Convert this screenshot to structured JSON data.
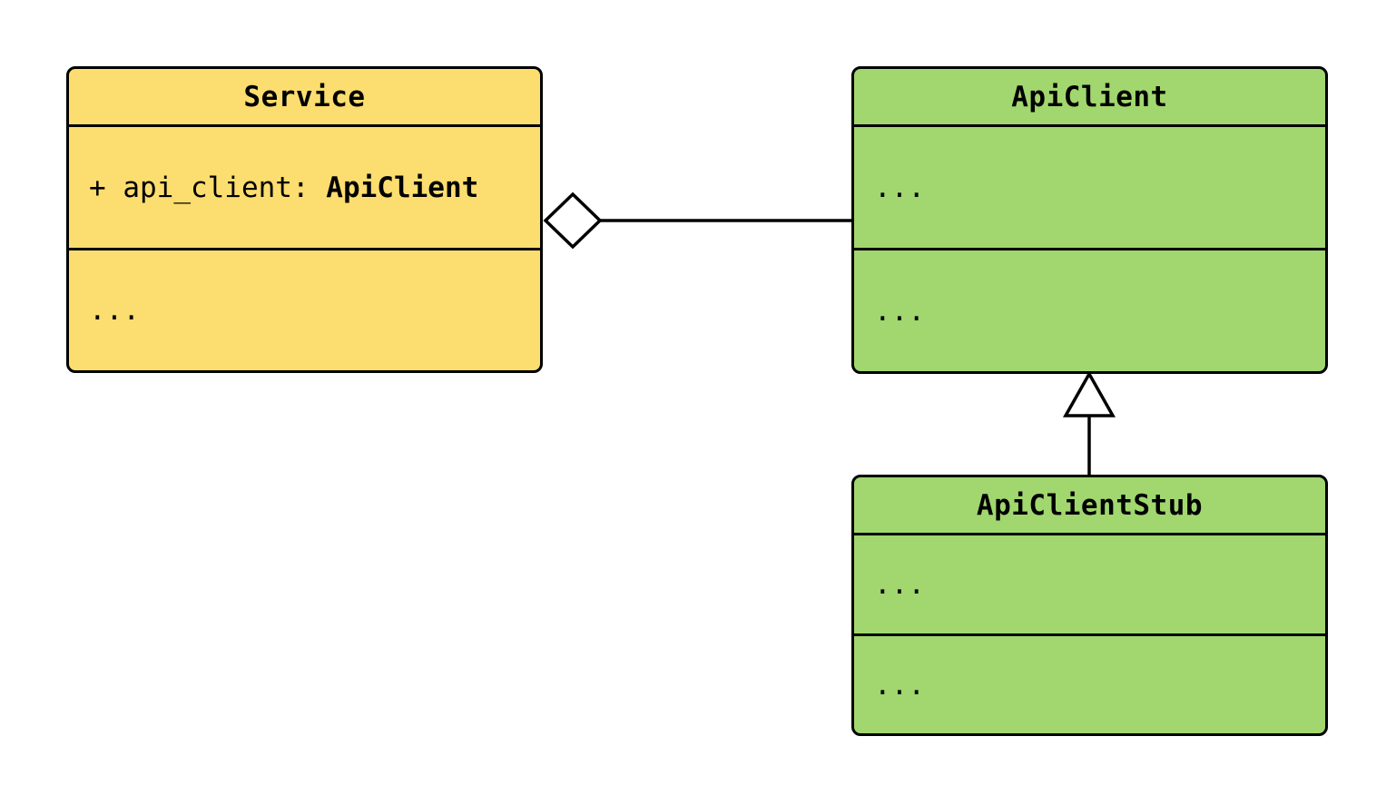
{
  "diagram": {
    "type": "uml-class-diagram",
    "classes": {
      "service": {
        "name": "Service",
        "attribute_prefix": "+ api_client: ",
        "attribute_type": "ApiClient",
        "methods_placeholder": "...",
        "fill": "#FCDD6F"
      },
      "api_client": {
        "name": "ApiClient",
        "attributes_placeholder": "...",
        "methods_placeholder": "...",
        "fill": "#A1D76E"
      },
      "api_client_stub": {
        "name": "ApiClientStub",
        "attributes_placeholder": "...",
        "methods_placeholder": "...",
        "fill": "#A1D76E"
      }
    },
    "relationships": [
      {
        "type": "aggregation",
        "from": "Service",
        "to": "ApiClient",
        "marker": "hollow-diamond"
      },
      {
        "type": "inheritance",
        "from": "ApiClientStub",
        "to": "ApiClient",
        "marker": "hollow-triangle"
      }
    ],
    "colors": {
      "service_fill": "#FCDD6F",
      "client_fill": "#A1D76E",
      "stroke": "#000000",
      "background": "#FFFFFF"
    }
  }
}
